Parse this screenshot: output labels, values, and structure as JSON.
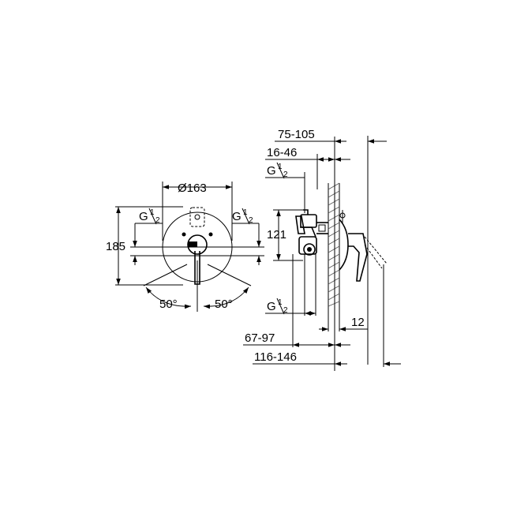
{
  "front_view": {
    "diameter": "Ø163",
    "height": "185",
    "thread_left": {
      "letter": "G",
      "num": "1",
      "den": "2"
    },
    "thread_right": {
      "letter": "G",
      "num": "1",
      "den": "2"
    },
    "angle_left": "50°",
    "angle_right": "50°"
  },
  "side_view": {
    "depth_range": "75-105",
    "offset_range": "16-46",
    "thread_top": {
      "letter": "G",
      "num": "1",
      "den": "2"
    },
    "height_121": "121",
    "thread_bottom": {
      "letter": "G",
      "num": "1",
      "den": "2"
    },
    "dim_12": "12",
    "range_67_97": "67-97",
    "range_116_146": "116-146"
  }
}
